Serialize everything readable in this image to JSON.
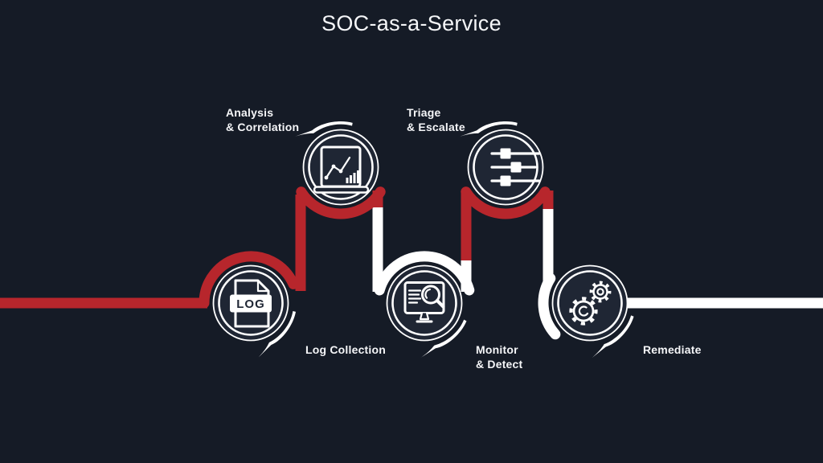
{
  "title": "SOC-as-a-Service",
  "nodes": [
    {
      "id": "log-collection",
      "label_line1": "Log Collection",
      "label_line2": "",
      "icon": "log-file-icon",
      "icon_text": "LOG"
    },
    {
      "id": "analysis-correlation",
      "label_line1": "Analysis",
      "label_line2": "& Correlation",
      "icon": "laptop-analytics-icon"
    },
    {
      "id": "monitor-detect",
      "label_line1": "Monitor",
      "label_line2": "& Detect",
      "icon": "monitor-search-icon"
    },
    {
      "id": "triage-escalate",
      "label_line1": "Triage",
      "label_line2": "& Escalate",
      "icon": "sliders-icon"
    },
    {
      "id": "remediate",
      "label_line1": "Remediate",
      "label_line2": "",
      "icon": "gears-icon"
    }
  ],
  "colors": {
    "background": "#151b26",
    "node_fill": "#1f2634",
    "accent_red": "#b7262c",
    "line_white": "#ffffff",
    "text": "#f5f6f8"
  }
}
